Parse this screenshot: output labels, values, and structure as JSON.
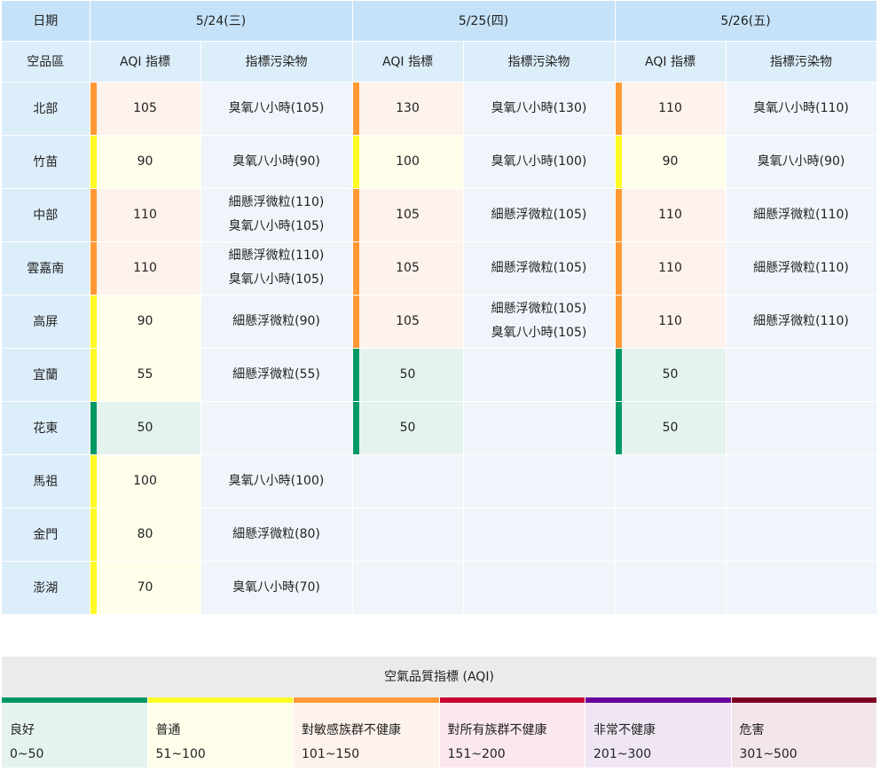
{
  "header": {
    "date_label": "日期",
    "region_label": "空品區",
    "aqi_label": "AQI 指標",
    "pollutant_label": "指標污染物",
    "dates": [
      "5/24(三)",
      "5/25(四)",
      "5/26(五)"
    ]
  },
  "rows": [
    {
      "region": "北部",
      "days": [
        {
          "aqi": "105",
          "level": "sensitive",
          "pollutants": [
            "臭氧八小時(105)"
          ]
        },
        {
          "aqi": "130",
          "level": "sensitive",
          "pollutants": [
            "臭氧八小時(130)"
          ]
        },
        {
          "aqi": "110",
          "level": "sensitive",
          "pollutants": [
            "臭氧八小時(110)"
          ]
        }
      ]
    },
    {
      "region": "竹苗",
      "days": [
        {
          "aqi": "90",
          "level": "moderate",
          "pollutants": [
            "臭氧八小時(90)"
          ]
        },
        {
          "aqi": "100",
          "level": "moderate",
          "pollutants": [
            "臭氧八小時(100)"
          ]
        },
        {
          "aqi": "90",
          "level": "moderate",
          "pollutants": [
            "臭氧八小時(90)"
          ]
        }
      ]
    },
    {
      "region": "中部",
      "days": [
        {
          "aqi": "110",
          "level": "sensitive",
          "pollutants": [
            "細懸浮微粒(110)",
            "臭氧八小時(105)"
          ]
        },
        {
          "aqi": "105",
          "level": "sensitive",
          "pollutants": [
            "細懸浮微粒(105)"
          ]
        },
        {
          "aqi": "110",
          "level": "sensitive",
          "pollutants": [
            "細懸浮微粒(110)"
          ]
        }
      ]
    },
    {
      "region": "雲嘉南",
      "days": [
        {
          "aqi": "110",
          "level": "sensitive",
          "pollutants": [
            "細懸浮微粒(110)",
            "臭氧八小時(105)"
          ]
        },
        {
          "aqi": "105",
          "level": "sensitive",
          "pollutants": [
            "細懸浮微粒(105)"
          ]
        },
        {
          "aqi": "110",
          "level": "sensitive",
          "pollutants": [
            "細懸浮微粒(110)"
          ]
        }
      ]
    },
    {
      "region": "高屏",
      "days": [
        {
          "aqi": "90",
          "level": "moderate",
          "pollutants": [
            "細懸浮微粒(90)"
          ]
        },
        {
          "aqi": "105",
          "level": "sensitive",
          "pollutants": [
            "細懸浮微粒(105)",
            "臭氧八小時(105)"
          ]
        },
        {
          "aqi": "110",
          "level": "sensitive",
          "pollutants": [
            "細懸浮微粒(110)"
          ]
        }
      ]
    },
    {
      "region": "宜蘭",
      "days": [
        {
          "aqi": "55",
          "level": "moderate",
          "pollutants": [
            "細懸浮微粒(55)"
          ]
        },
        {
          "aqi": "50",
          "level": "good",
          "pollutants": []
        },
        {
          "aqi": "50",
          "level": "good",
          "pollutants": []
        }
      ]
    },
    {
      "region": "花東",
      "days": [
        {
          "aqi": "50",
          "level": "good",
          "pollutants": []
        },
        {
          "aqi": "50",
          "level": "good",
          "pollutants": []
        },
        {
          "aqi": "50",
          "level": "good",
          "pollutants": []
        }
      ]
    },
    {
      "region": "馬祖",
      "days": [
        {
          "aqi": "100",
          "level": "moderate",
          "pollutants": [
            "臭氧八小時(100)"
          ]
        },
        null,
        null
      ]
    },
    {
      "region": "金門",
      "days": [
        {
          "aqi": "80",
          "level": "moderate",
          "pollutants": [
            "細懸浮微粒(80)"
          ]
        },
        null,
        null
      ]
    },
    {
      "region": "澎湖",
      "days": [
        {
          "aqi": "70",
          "level": "moderate",
          "pollutants": [
            "臭氧八小時(70)"
          ]
        },
        null,
        null
      ]
    }
  ],
  "legend": {
    "title": "空氣品質指標 (AQI)",
    "levels": [
      {
        "key": "good",
        "label": "良好",
        "range": "0~50",
        "color": "#009865"
      },
      {
        "key": "moderate",
        "label": "普通",
        "range": "51~100",
        "color": "#fffb26"
      },
      {
        "key": "sensitive",
        "label": "對敏感族群不健康",
        "range": "101~150",
        "color": "#ff9835"
      },
      {
        "key": "unhealthy",
        "label": "對所有族群不健康",
        "range": "151~200",
        "color": "#ca0034"
      },
      {
        "key": "very",
        "label": "非常不健康",
        "range": "201~300",
        "color": "#670099"
      },
      {
        "key": "hazard",
        "label": "危害",
        "range": "301~500",
        "color": "#7e0023"
      }
    ]
  }
}
